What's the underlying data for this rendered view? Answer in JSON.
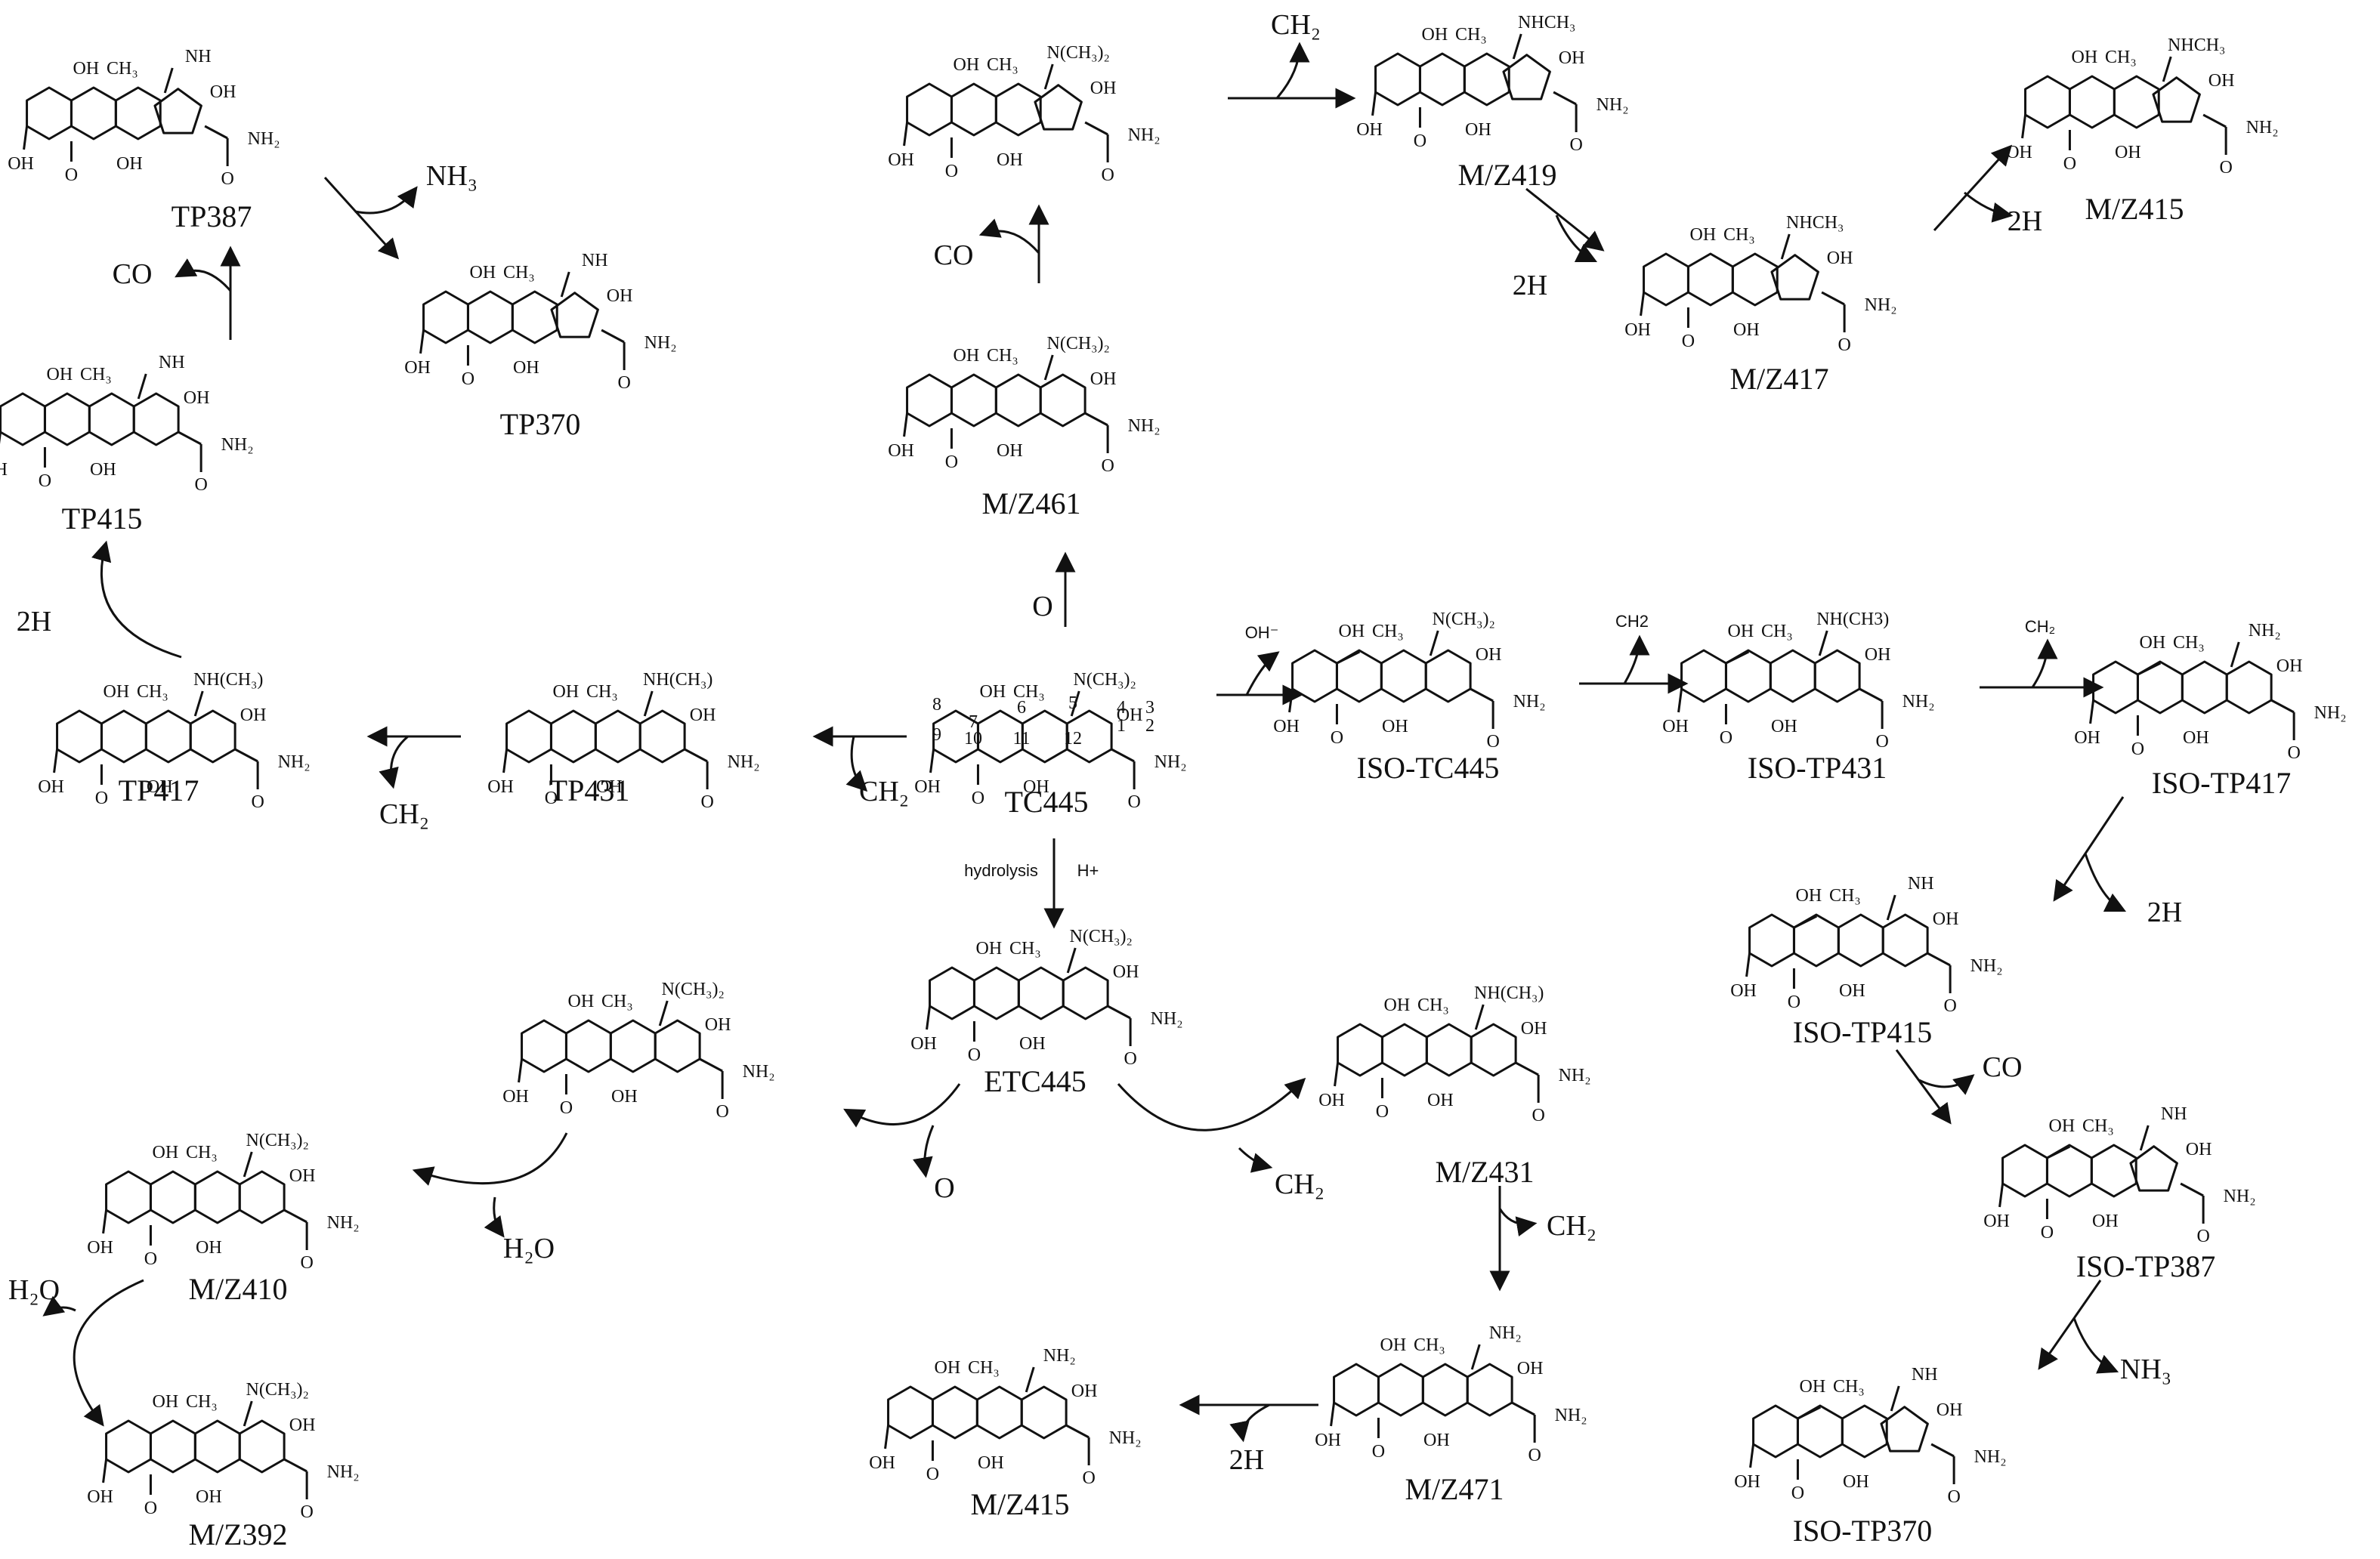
{
  "compounds": {
    "tc445": {
      "label": "TC445",
      "top_sub": "N(CH₃)₂"
    },
    "tp431": {
      "label": "TP431",
      "top_sub": "NH(CH₃)"
    },
    "tp417": {
      "label": "TP417",
      "top_sub": "NH(CH₃)"
    },
    "tp415": {
      "label": "TP415",
      "top_sub": "NH"
    },
    "tp387": {
      "label": "TP387",
      "top_sub": "NH"
    },
    "tp370": {
      "label": "TP370",
      "top_sub": "NH"
    },
    "mz461": {
      "label": "M/Z461",
      "top_sub": "N(CH₃)₂"
    },
    "mz419_top": {
      "label": "M/Z419",
      "top_sub": "NHCH₃"
    },
    "mz417": {
      "label": "M/Z417",
      "top_sub": "NHCH₃"
    },
    "mz415_top": {
      "label": "M/Z415",
      "top_sub": "NHCH₃"
    },
    "iso_tc445": {
      "label": "ISO-TC445",
      "top_sub": "N(CH₃)₂"
    },
    "iso_tp431": {
      "label": "ISO-TP431",
      "top_sub": "NH(CH3)"
    },
    "iso_tp417": {
      "label": "ISO-TP417",
      "top_sub": "NH₂"
    },
    "iso_tp415": {
      "label": "ISO-TP415",
      "top_sub": "NH"
    },
    "iso_tp387": {
      "label": "ISO-TP387",
      "top_sub": "NH"
    },
    "iso_tp370": {
      "label": "ISO-TP370",
      "top_sub": "NH"
    },
    "etc445": {
      "label": "ETC445",
      "top_sub": "N(CH₃)₂"
    },
    "unlabeled": {
      "label": "",
      "top_sub": "N(CH₃)₂"
    },
    "mz410": {
      "label": "M/Z410",
      "top_sub": "N(CH₃)₂"
    },
    "mz392": {
      "label": "M/Z392",
      "top_sub": "N(CH₃)₂"
    },
    "mz431": {
      "label": "M/Z431",
      "top_sub": "NH(CH₃)"
    },
    "mz471": {
      "label": "M/Z471",
      "top_sub": "NH₂"
    },
    "mz415_bottom": {
      "label": "M/Z415",
      "top_sub": "NH₂"
    }
  },
  "reagents": {
    "ch2_a": "CH₂",
    "ch2_b": "CH₂",
    "ch2_c": "CH₂",
    "ch2_d": "CH₂",
    "ch2_e": "CH₂",
    "ch2_iso1": "CH2",
    "ch2_iso2": "CH₂",
    "nh3_a": "NH₃",
    "nh3_b": "NH₃",
    "co_a": "CO",
    "co_b": "CO",
    "co_c": "CO",
    "two_h_a": "2H",
    "two_h_b": "2H",
    "two_h_c": "2H",
    "two_h_d": "2H",
    "two_h_e": "2H",
    "o_a": "O",
    "o_b": "O",
    "oh_minus": "OH⁻",
    "h2o_a": "H₂O",
    "h2o_b": "H₂O",
    "hydrolysis": "hydrolysis",
    "h_plus": "H+"
  },
  "atoms": {
    "oh": "OH",
    "o": "O",
    "ch3": "CH₃",
    "ch3_plain": "CH3",
    "nh2_amide": "NH₂",
    "h": "H",
    "co_carbonyl": "=O",
    "ring_numbers": [
      "8",
      "7",
      "6",
      "5",
      "4",
      "3",
      "9",
      "10",
      "11",
      "12",
      "1",
      "2"
    ]
  }
}
